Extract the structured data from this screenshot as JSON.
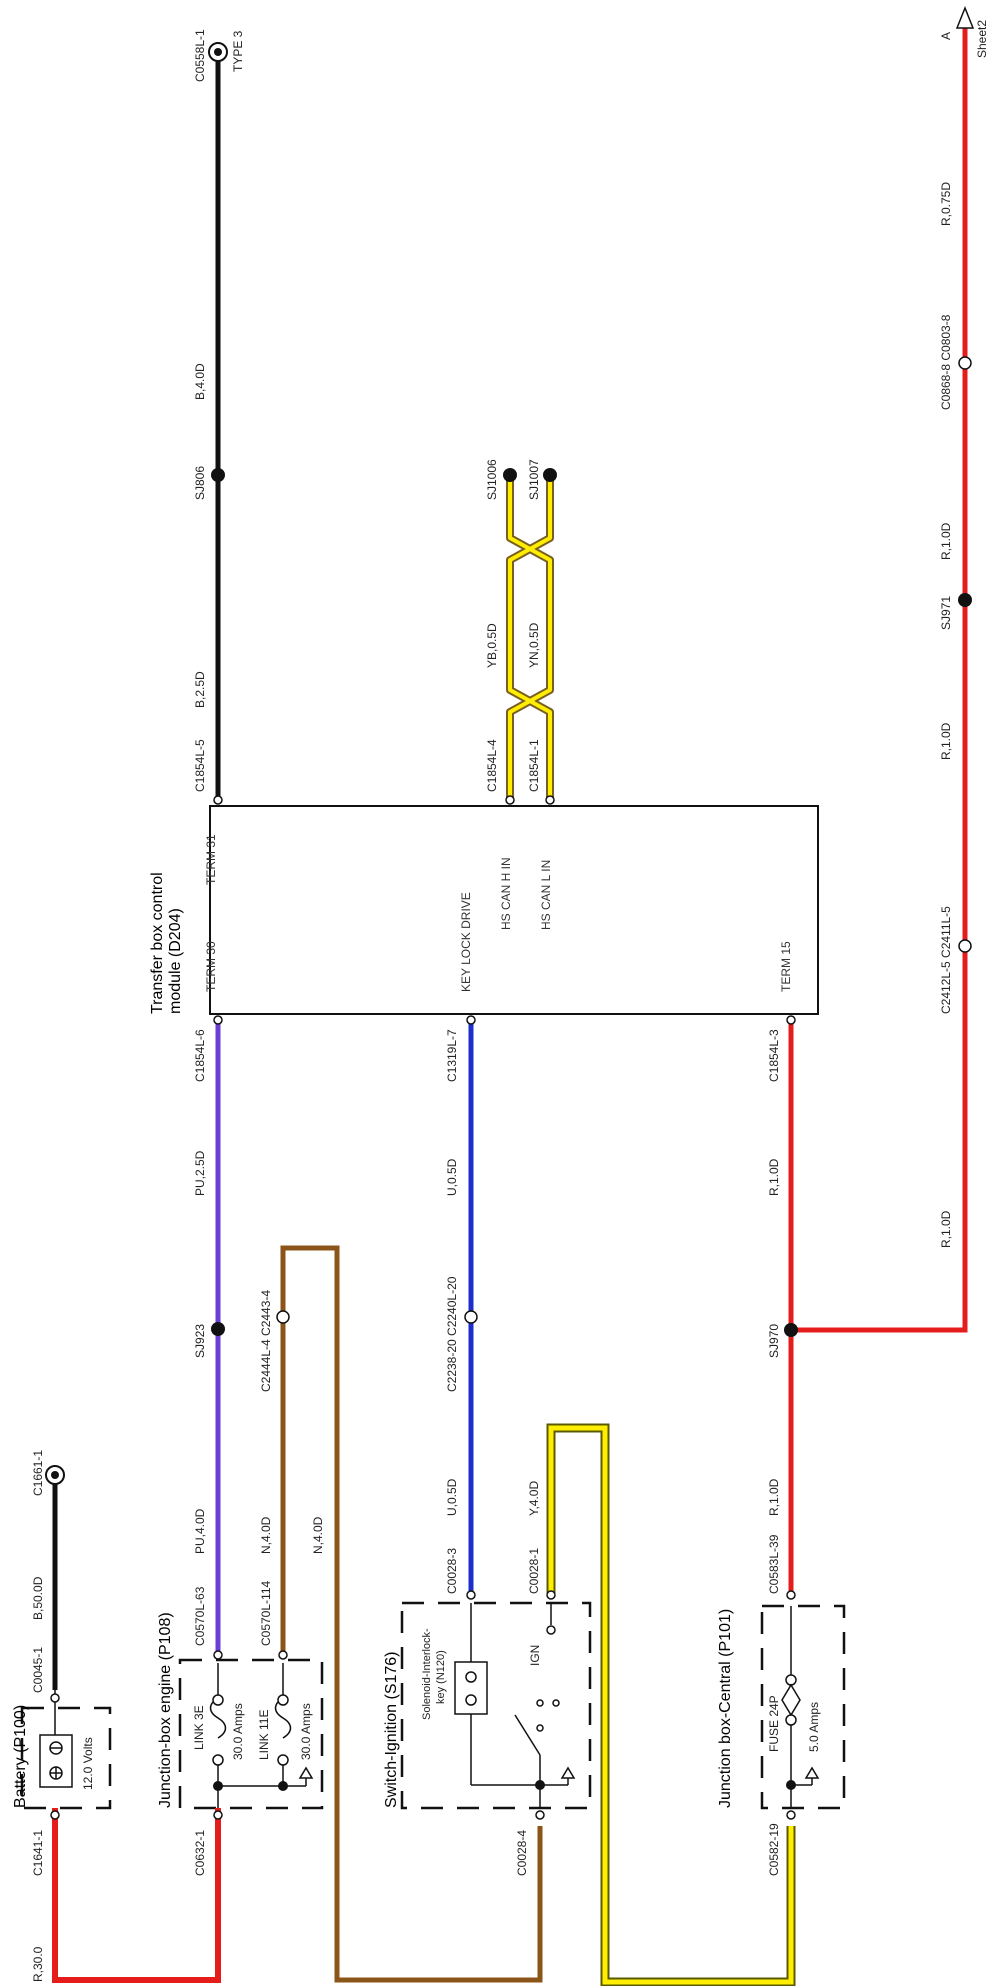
{
  "colors": {
    "red": "#e41c1c",
    "black": "#111111",
    "purple": "#6a3fd6",
    "blue": "#1c2fcc",
    "brown": "#8b5418",
    "yellow": "#ffee00",
    "yellow_outline": "#5a5a00",
    "can_outline": "#7a6020"
  },
  "components": {
    "battery": {
      "title": "Battery (P100)",
      "rating": "12.0 Volts"
    },
    "junction_engine": {
      "title": "Junction-box engine (P108)",
      "link1": "LINK 3E",
      "link1_rating": "30.0 Amps",
      "link2": "LINK 11E",
      "link2_rating": "30.0 Amps"
    },
    "switch_ignition": {
      "title": "Switch-Ignition (S176)",
      "solenoid_1": "Solenoid-Interlock-",
      "solenoid_2": "key (N120)",
      "ign": "IGN"
    },
    "junction_central": {
      "title": "Junction box-Central (P101)",
      "fuse": "FUSE 24P",
      "fuse_rating": "5.0 Amps"
    },
    "module": {
      "title_1": "Transfer box control",
      "title_2": "module (D204)",
      "term30": "TERM 30",
      "term31": "TERM 31",
      "keylock": "KEY LOCK DRIVE",
      "can_h": "HS CAN H IN",
      "can_l": "HS CAN L IN",
      "term15": "TERM 15"
    }
  },
  "labels": {
    "r30": "R,30.0",
    "c1641": "C1641-1",
    "c0045": "C0045-1",
    "b50": "B,50.0D",
    "c1661": "C1661-1",
    "c0632": "C0632-1",
    "c0570_63": "C0570L-63",
    "pu40": "PU,4.0D",
    "sj923": "SJ923",
    "pu25": "PU,2.5D",
    "c1854_6": "C1854L-6",
    "c0570_114": "C0570L-114",
    "n40a": "N,4.0D",
    "n40b": "N,4.0D",
    "c2444": "C2444L-4 C2443-4",
    "c0028_4": "C0028-4",
    "c0028_3": "C0028-3",
    "u05a": "U,0.5D",
    "c2238": "C2238-20 C2240L-20",
    "u05b": "U,0.5D",
    "c1319": "C1319L-7",
    "c0028_1": "C0028-1",
    "y40": "Y,4.0D",
    "c0582": "C0582-19",
    "c0583": "C0583L-39",
    "r10a": "R,1.0D",
    "sj970": "SJ970",
    "r10b": "R,1.0D",
    "c1854_3": "C1854L-3",
    "r10c": "R,1.0D",
    "c2412": "C2412L-5 C2411L-5",
    "r10d": "R,1.0D",
    "sj971": "SJ971",
    "r10e": "R,1.0D",
    "c0868": "C0868-8 C0803-8",
    "r075": "R,0.75D",
    "arrow_a": "A",
    "sheet2": "Sheet2",
    "c1854_5": "C1854L-5",
    "b25": "B,2.5D",
    "sj806": "SJ806",
    "b40": "B,4.0D",
    "c0558": "C0558L-1",
    "type3": "TYPE 3",
    "c1854_4": "C1854L-4",
    "yb05": "YB,0.5D",
    "sj1006": "SJ1006",
    "c1854_1": "C1854L-1",
    "yn05": "YN,0.5D",
    "sj1007": "SJ1007"
  }
}
